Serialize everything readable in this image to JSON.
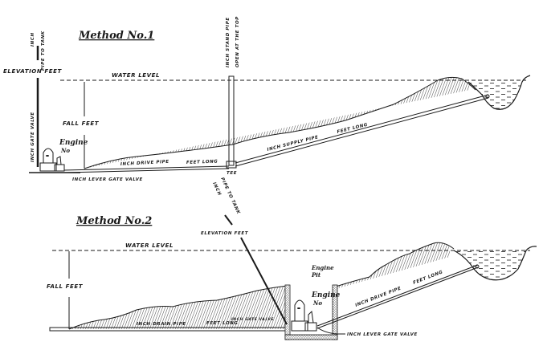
{
  "diagram": {
    "type": "hydraulic-ram installation cross-sections",
    "method1": {
      "title": "Method No.1",
      "water_level_label": "WATER LEVEL",
      "fall_label": "FALL   FEET",
      "elevation_label": "ELEVATION   FEET",
      "pipe_to_tank_label_a": "INCH",
      "pipe_to_tank_label_b": "PIPE TO TANK",
      "gate_valve_label": "INCH GATE VALVE",
      "engine_label_a": "Engine",
      "engine_label_b": "No",
      "drive_pipe_label": "INCH DRIVE PIPE",
      "drive_pipe_length": "FEET LONG",
      "lever_gate_valve_label": "INCH LEVER GATE VALVE",
      "stand_pipe_label_a": "INCH STAND PIPE",
      "stand_pipe_label_b": "OPEN AT THE TOP",
      "tee_label": "TEE",
      "supply_pipe_label": "INCH SUPPLY PIPE",
      "supply_pipe_length": "FEET LONG"
    },
    "method2": {
      "title": "Method No.2",
      "water_level_label": "WATER LEVEL",
      "fall_label": "FALL   FEET",
      "elevation_label": "ELEVATION   FEET",
      "pipe_to_tank_label_a": "INCH",
      "pipe_to_tank_label_b": "PIPE TO TANK",
      "engine_pit_label_a": "Engine",
      "engine_pit_label_b": "Pit",
      "engine_label_a": "Engine",
      "engine_label_b": "No",
      "drain_pipe_label": "INCH DRAIN PIPE",
      "drain_pipe_length": "FEET LONG",
      "gate_valve_label": "INCH GATE VALVE",
      "drive_pipe_label": "INCH DRIVE PIPE",
      "drive_pipe_length": "FEET LONG",
      "lever_gate_valve_label": "INCH LEVER GATE VALVE"
    }
  }
}
